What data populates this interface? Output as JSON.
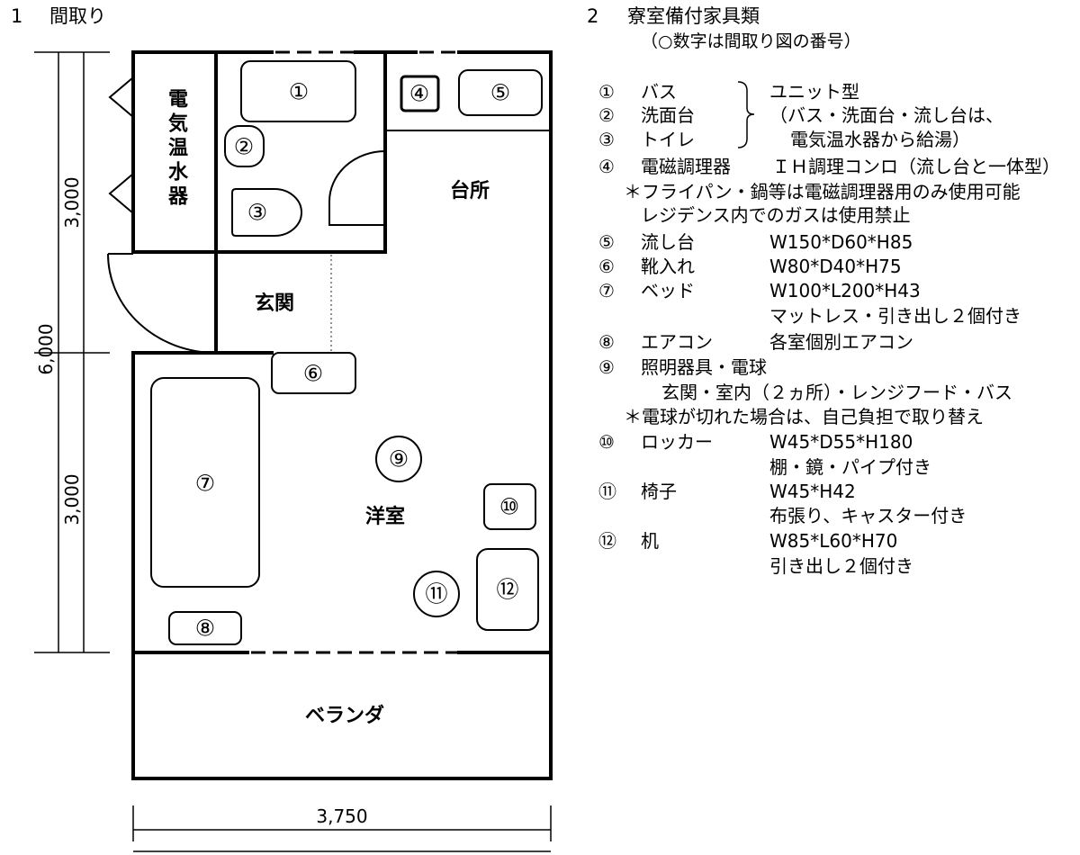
{
  "section1": {
    "number": "1",
    "label": "間取り"
  },
  "floor_plan": {
    "rooms": {
      "water_heater": "電気温水器",
      "kitchen": "台所",
      "entrance": "玄関",
      "western_room": "洋室",
      "veranda": "ベランダ"
    },
    "markers": [
      "①",
      "②",
      "③",
      "④",
      "⑤",
      "⑥",
      "⑦",
      "⑧",
      "⑨",
      "⑩",
      "⑪",
      "⑫"
    ],
    "dimensions": {
      "upper_depth": "3,000",
      "total_depth": "6,000",
      "lower_depth": "3,000",
      "width": "3,750"
    }
  },
  "section2": {
    "number": "2",
    "title": "寮室備付家具類",
    "subtitle": "（○数字は間取り図の番号）",
    "unit_group": {
      "type": "ユニット型",
      "note_1": "（バス・洗面台・流し台は、",
      "note_2": "電気温水器から給湯）"
    },
    "items": [
      {
        "num": "①",
        "name": "バス"
      },
      {
        "num": "②",
        "name": "洗面台"
      },
      {
        "num": "③",
        "name": "トイレ"
      },
      {
        "num": "④",
        "name": "電磁調理器",
        "spec": "ＩＨ調理コンロ（流し台と一体型）",
        "notes": [
          "＊フライパン・鍋等は電磁調理器用のみ使用可能",
          "レジデンス内でのガスは使用禁止"
        ]
      },
      {
        "num": "⑤",
        "name": "流し台",
        "spec": "W150*D60*H85"
      },
      {
        "num": "⑥",
        "name": "靴入れ",
        "spec": "W80*D40*H75"
      },
      {
        "num": "⑦",
        "name": "ベッド",
        "spec": "W100*L200*H43",
        "notes": [
          "マットレス・引き出し２個付き"
        ]
      },
      {
        "num": "⑧",
        "name": "エアコン",
        "spec": "各室個別エアコン"
      },
      {
        "num": "⑨",
        "name": "照明器具・電球",
        "notes": [
          "玄関・室内（２ヵ所）・レンジフード・バス",
          "＊電球が切れた場合は、自己負担で取り替え"
        ]
      },
      {
        "num": "⑩",
        "name": "ロッカー",
        "spec": "W45*D55*H180",
        "notes": [
          "棚・鏡・パイプ付き"
        ]
      },
      {
        "num": "⑪",
        "name": "椅子",
        "spec": "W45*H42",
        "notes": [
          "布張り、キャスター付き"
        ]
      },
      {
        "num": "⑫",
        "name": "机",
        "spec": "W85*L60*H70",
        "notes": [
          "引き出し２個付き"
        ]
      }
    ]
  }
}
